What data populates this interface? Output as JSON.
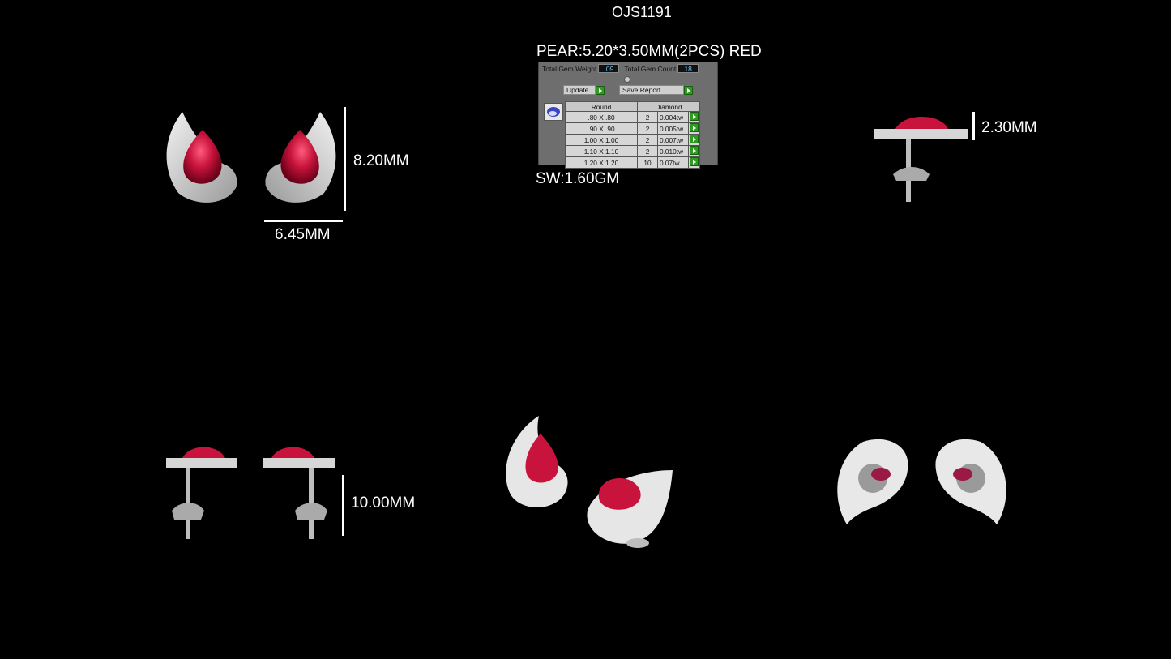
{
  "header": {
    "code": "OJS1191"
  },
  "spec": {
    "stone": "PEAR:5.20*3.50MM(2PCS) RED",
    "silver_weight": "SW:1.60GM"
  },
  "dimensions": {
    "height": "8.20MM",
    "width": "6.45MM",
    "depth": "2.30MM",
    "post_length": "10.00MM"
  },
  "report": {
    "total_gem_weight_label": "Total Gem Weight",
    "total_gem_weight_value": ".09",
    "total_gem_count_label": "Total Gem Count",
    "total_gem_count_value": "18",
    "update_label": "Update",
    "save_report_label": "Save Report",
    "columns": [
      "Round",
      "Diamond"
    ],
    "rows": [
      {
        "size": ".80 X .80",
        "count": "2",
        "weight": "0.004tw"
      },
      {
        "size": ".90 X .90",
        "count": "2",
        "weight": "0.005tw"
      },
      {
        "size": "1.00 X 1.00",
        "count": "2",
        "weight": "0.007tw"
      },
      {
        "size": "1.10 X 1.10",
        "count": "2",
        "weight": "0.010tw"
      },
      {
        "size": "1.20 X 1.20",
        "count": "10",
        "weight": "0.07tw"
      }
    ]
  },
  "colors": {
    "background": "#000000",
    "ruby": "#c8143c",
    "metal": "#d9d9d9",
    "accent_button": "#2f9b22"
  }
}
